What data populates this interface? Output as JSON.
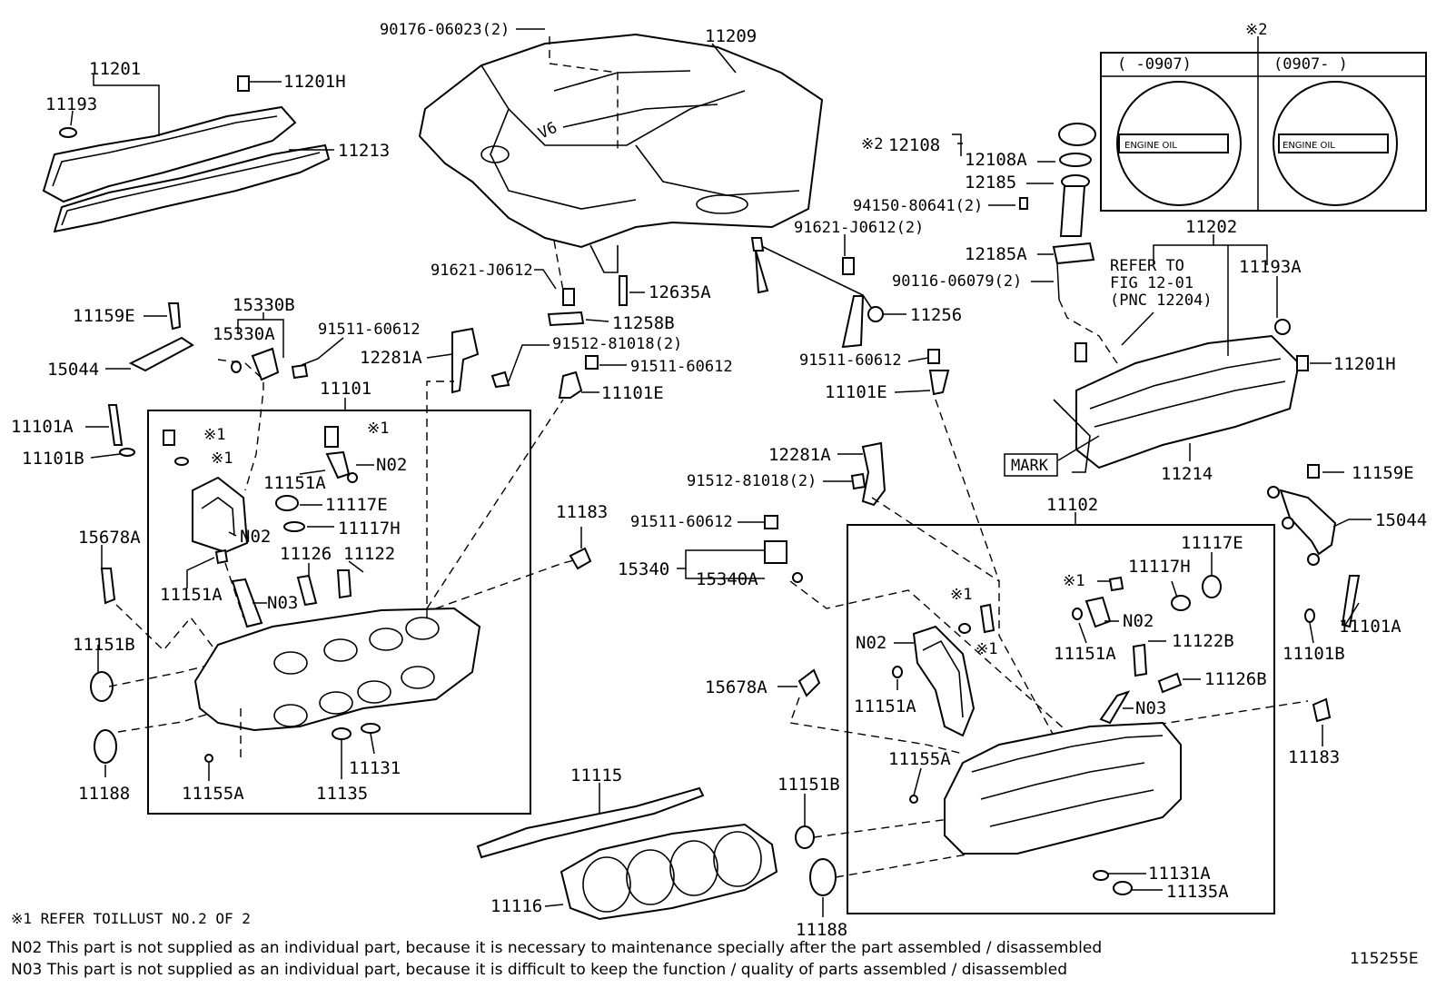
{
  "labels": {
    "p90176": "90176-06023(2)",
    "p11209": "11209",
    "p11201": "11201",
    "p11193": "11193",
    "p11201H": "11201H",
    "p11213": "11213",
    "p15330B": "15330B",
    "p15330A": "15330A",
    "p91511_60612_a": "91511-60612",
    "p11159E_l": "11159E",
    "p15044_l": "15044",
    "p12281A_l": "12281A",
    "p91512_a": "91512-81018(2)",
    "p91511_60612_b": "91511-60612",
    "p11101E_l": "11101E",
    "p91621_a": "91621-J0612",
    "p12635A": "12635A",
    "p11258B": "11258B",
    "p91621_b": "91621-J0612(2)",
    "p11256": "11256",
    "p91511_60612_c": "91511-60612",
    "p11101E_r": "11101E",
    "p12108_mark": "※2",
    "p12108": "12108",
    "p12108A": "12108A",
    "p12185": "12185",
    "p94150": "94150-80641(2)",
    "p12185A": "12185A",
    "p90116": "90116-06079(2)",
    "p11202": "11202",
    "p11193A": "11193A",
    "p11201H_r": "11201H",
    "p11214": "11214",
    "p11101": "11101",
    "p11101A_l": "11101A",
    "p11101B_l": "11101B",
    "p11151A_a": "11151A",
    "p11117E_l": "11117E",
    "p11117H_l": "11117H",
    "p11126": "11126",
    "p11122": "11122",
    "p15678A_l": "15678A",
    "p11151A_b": "11151A",
    "p11151B_l": "11151B",
    "p11188_l": "11188",
    "p11155A_l": "11155A",
    "p11135": "11135",
    "p11131": "11131",
    "p11183_l": "11183",
    "p12281A_r": "12281A",
    "p91512_b": "91512-81018(2)",
    "p91511_60612_d": "91511-60612",
    "p15340": "15340",
    "p15340A": "15340A",
    "p11102": "11102",
    "p11159E_r": "11159E",
    "p15044_r": "15044",
    "p11117E_r": "11117E",
    "p11117H_r": "11117H",
    "p11151A_c": "11151A",
    "p11122B": "11122B",
    "p11126B": "11126B",
    "p15678A_r": "15678A",
    "p11151A_d": "11151A",
    "p11101A_r": "11101A",
    "p11101B_r": "11101B",
    "p11183_r": "11183",
    "p11155A_r": "11155A",
    "p11151B_r": "11151B",
    "p11115": "11115",
    "p11116": "11116",
    "p11188_r": "11188",
    "p11131A": "11131A",
    "p11135A": "11135A",
    "n02_a": "N02",
    "n02_b": "N02",
    "n03_a": "N03",
    "n02_c": "N02",
    "n02_d": "N02",
    "n03_b": "N03",
    "mark1_a": "※1",
    "mark1_b": "※1",
    "mark1_c": "※1",
    "mark1_d": "※1",
    "mark1_e": "※1",
    "mark1_f": "※1",
    "mark2_top": "※2",
    "mark": "MARK",
    "refer1": "REFER TO",
    "refer2": "FIG 12-01",
    "refer3": "(PNC 12204)",
    "v6": "V6"
  },
  "inset": {
    "col1": "(    -0907)",
    "col2": "(0907-     )",
    "cap_text1": "ENGINE OIL",
    "cap_text2": "ENGINE OIL"
  },
  "notes": {
    "note1": "※1 REFER TOILLUST NO.2 OF 2",
    "note_n02": "N02  This part is not supplied as an individual part, because it is necessary to maintenance specially after the part assembled / disassembled",
    "note_n03": "N03  This part is not supplied as an individual part, because it is difficult to keep the function / quality of parts  assembled / disassembled",
    "code": "115255E"
  }
}
